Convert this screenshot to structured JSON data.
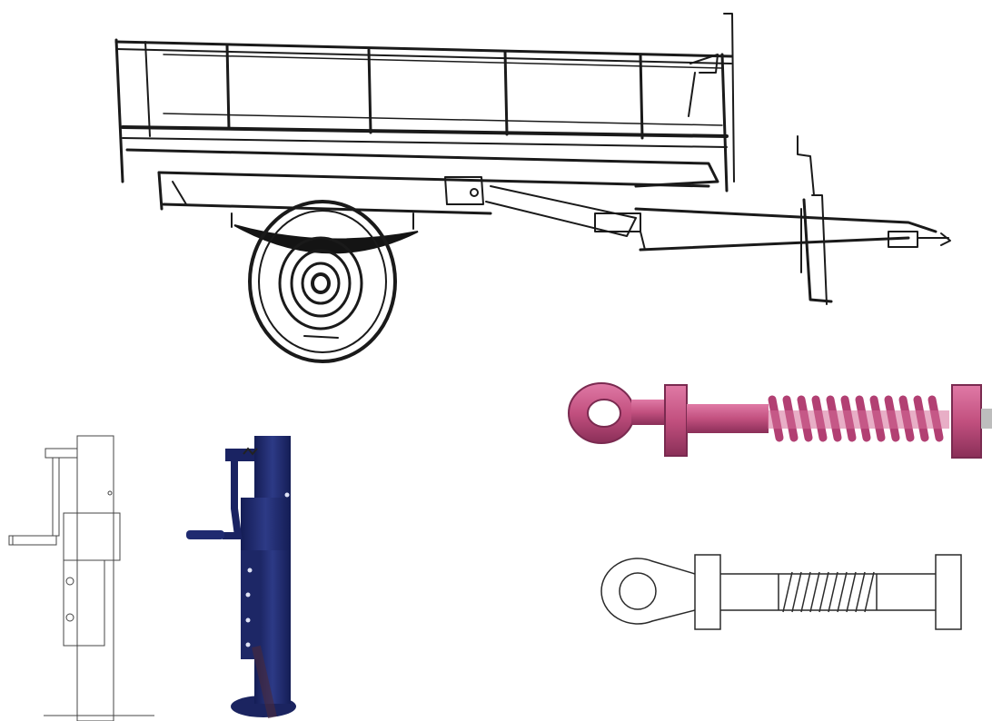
{
  "figures": [
    {
      "id": "trailer-drawing",
      "kind": "line drawing"
    },
    {
      "id": "jack-stand-drawing",
      "kind": "line drawing"
    },
    {
      "id": "jack-stand-photo",
      "kind": "photo",
      "color": "#1f2a6b"
    },
    {
      "id": "drawbar-eye-render",
      "kind": "render",
      "color": "#c2507f"
    },
    {
      "id": "drawbar-eye-drawing",
      "kind": "line drawing"
    }
  ],
  "colors": {
    "ink": "#1a1a1a",
    "jack_blue": "#1f2a6b",
    "eye_pink": "#c2507f",
    "background": "#ffffff"
  }
}
